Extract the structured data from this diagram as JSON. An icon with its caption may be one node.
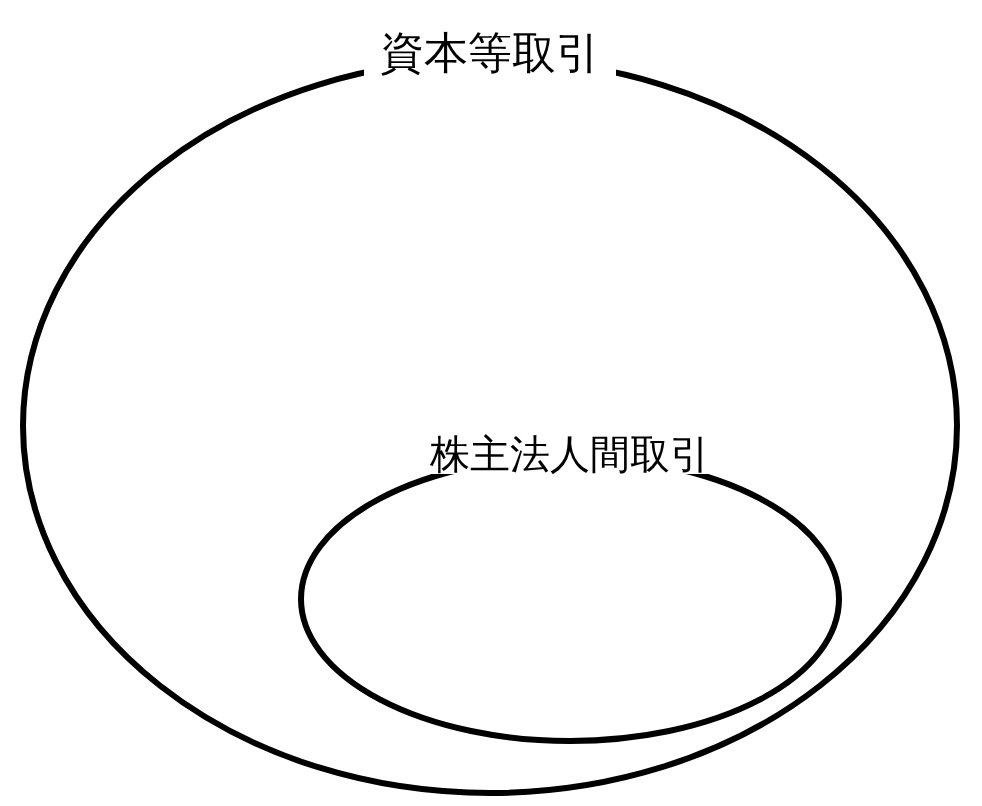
{
  "diagram": {
    "nodes": [
      {
        "text": [
          "資本等取引"
        ]
      },
      {
        "text": [
          "株主法人間取引"
        ],
        "in": 0
      }
    ]
  }
}
